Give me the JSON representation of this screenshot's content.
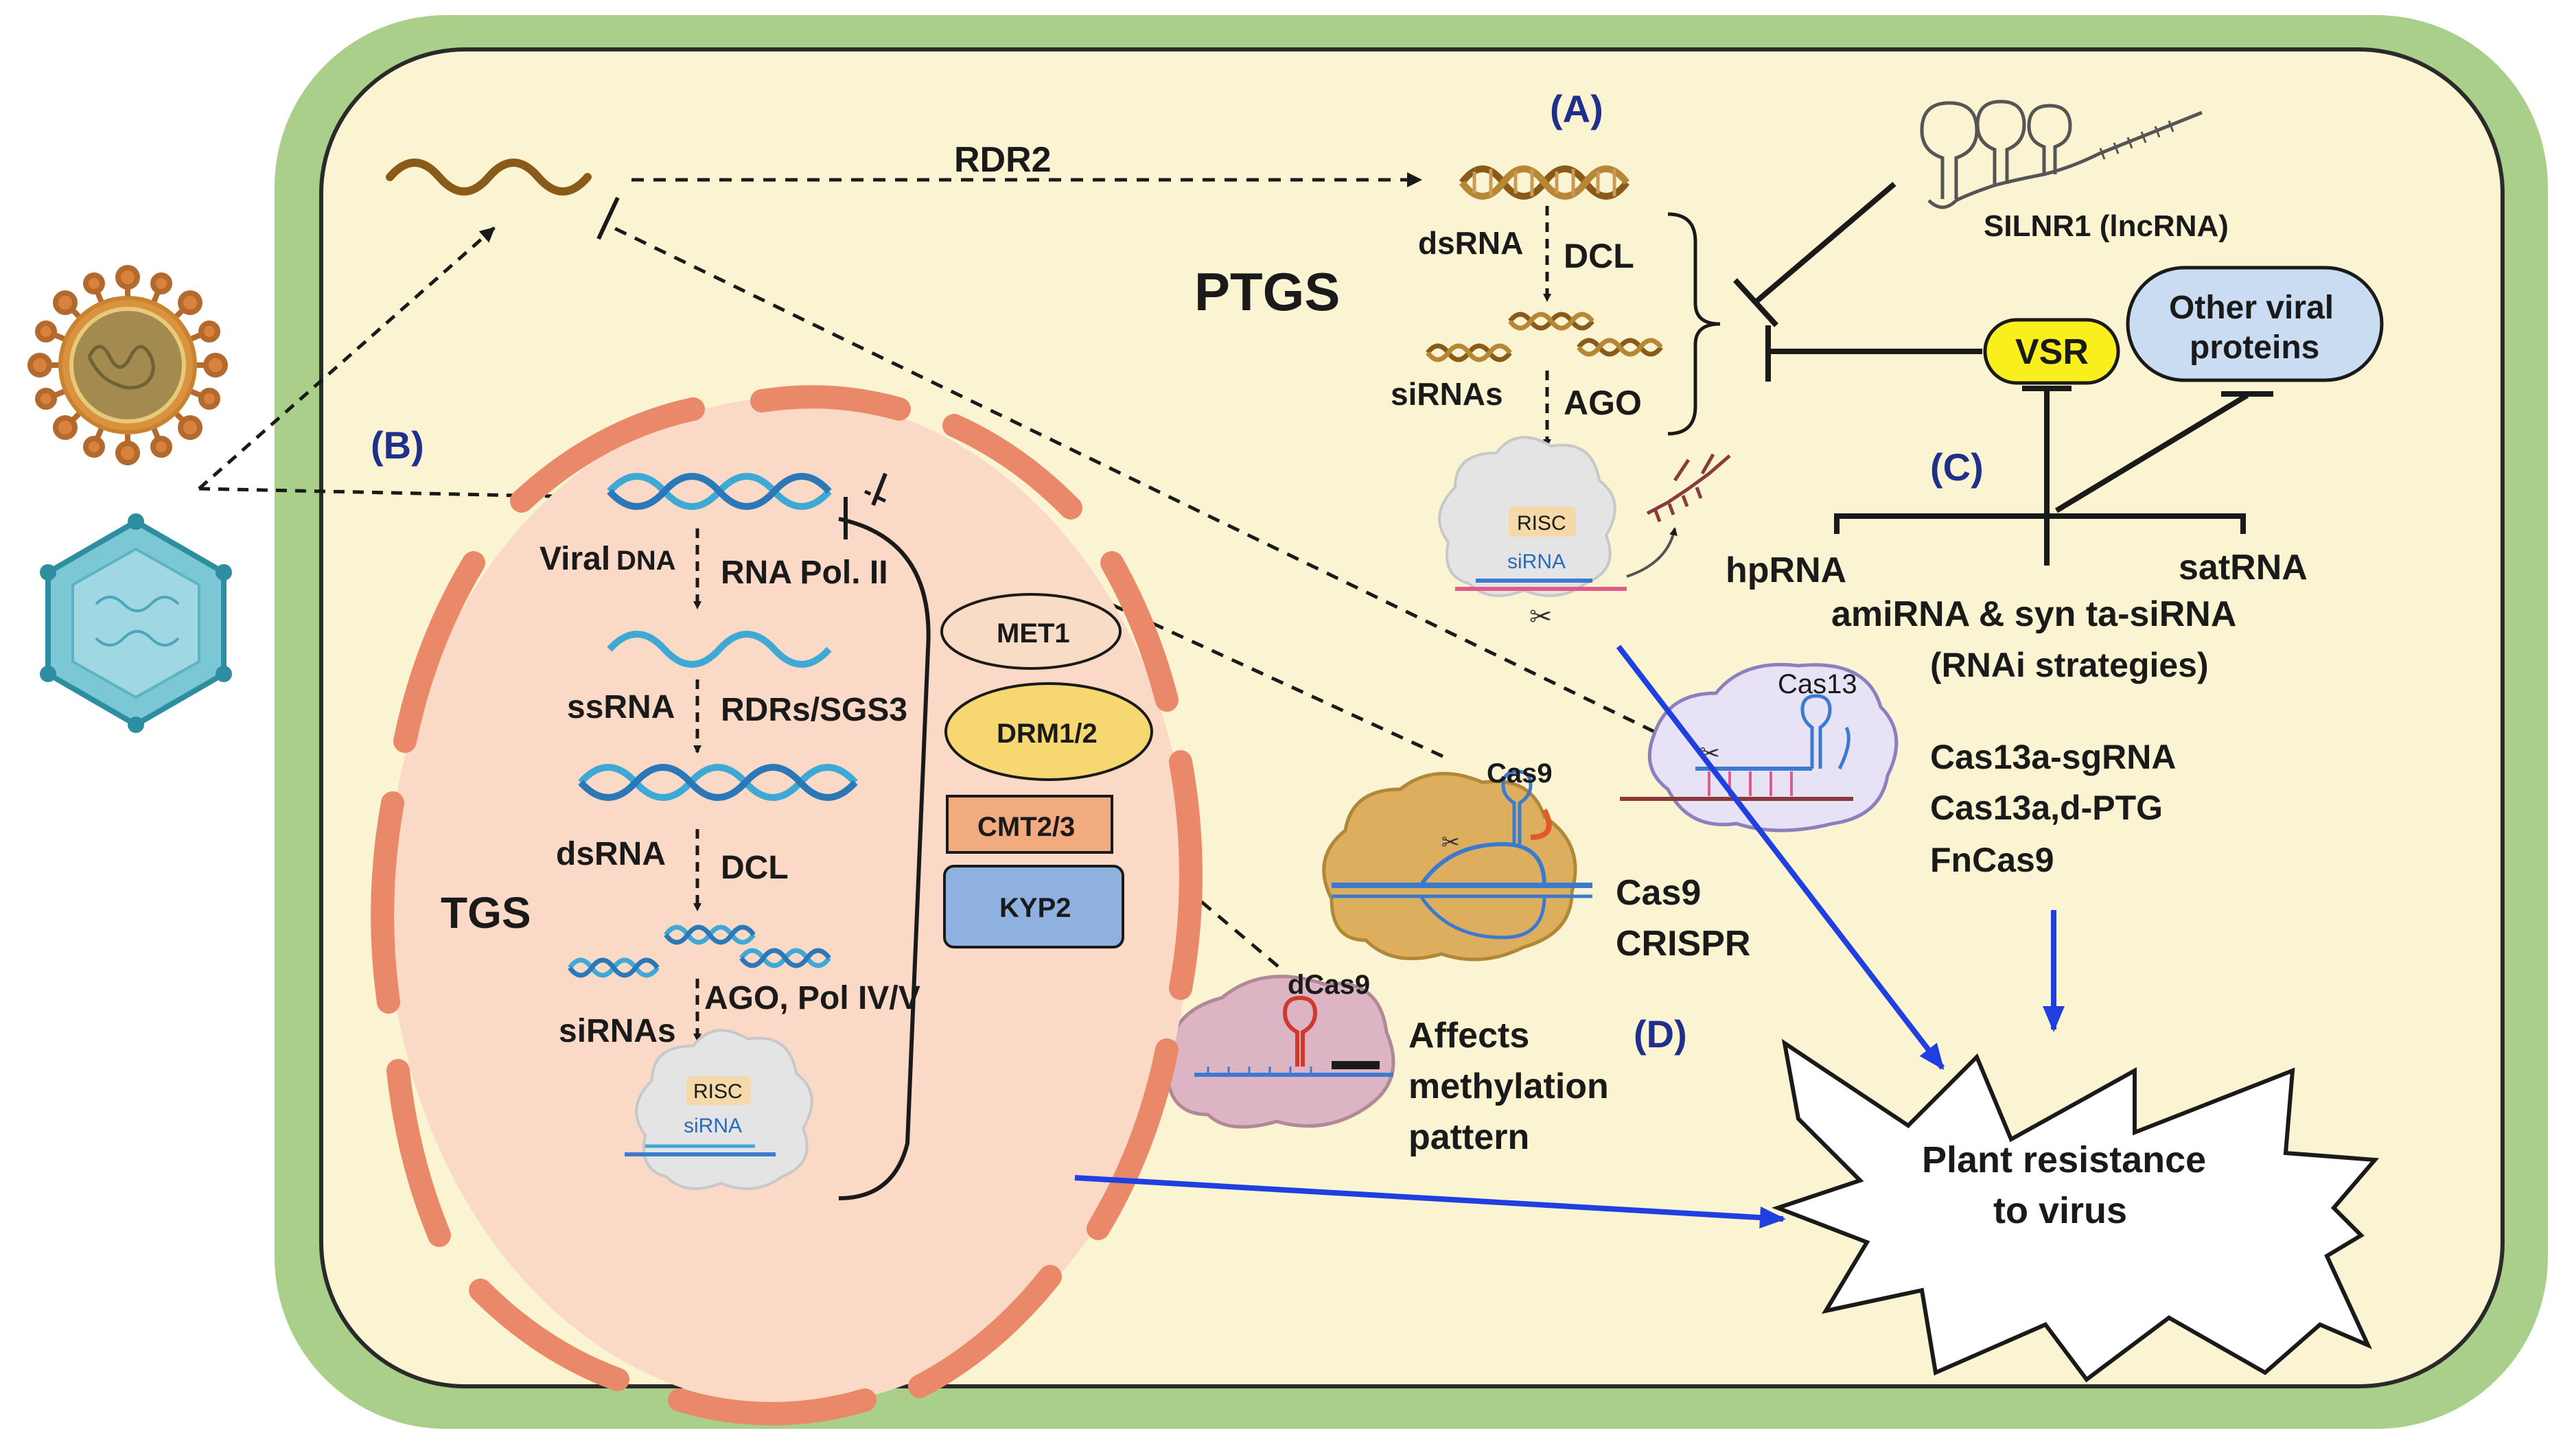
{
  "panels": {
    "a": "(A)",
    "b": "(B)",
    "c": "(C)",
    "d": "(D)"
  },
  "ptgs": {
    "title": "PTGS",
    "rdr2": "RDR2",
    "dsrna": "dsRNA",
    "dcl": "DCL",
    "sirnas": "siRNAs",
    "ago": "AGO",
    "risc": "RISC",
    "sirna": "siRNA"
  },
  "suppressors": {
    "silnr1": "SILNR1 (lncRNA)",
    "vsr": "VSR",
    "other_viral_line1": "Other viral",
    "other_viral_line2": "proteins"
  },
  "rnai": {
    "hprna": "hpRNA",
    "satrna": "satRNA",
    "amirna": "amiRNA & syn ta-siRNA",
    "strategies": "(RNAi strategies)"
  },
  "tgs": {
    "title": "TGS",
    "viral_prefix": "Viral",
    "viral_dna": "DNA",
    "rna_pol2": "RNA Pol. II",
    "ssrna": "ssRNA",
    "rdrs": "RDRs/SGS3",
    "dsrna": "dsRNA",
    "dcl": "DCL",
    "sirnas": "siRNAs",
    "ago_pol": "AGO, Pol IV/V",
    "risc": "RISC",
    "sirna": "siRNA"
  },
  "enzymes": {
    "met1": "MET1",
    "drm": "DRM1/2",
    "cmt": "CMT2/3",
    "kyp2": "KYP2",
    "question": "?"
  },
  "crispr": {
    "cas13": "Cas13",
    "cas13_line1": "Cas13a-sgRNA",
    "cas13_line2": "Cas13a,d-PTG",
    "cas13_line3": "FnCas9",
    "cas9": "Cas9",
    "cas9_line1": "Cas9",
    "cas9_line2": "CRISPR",
    "dcas9": "dCas9",
    "affects_line1": "Affects",
    "affects_line2": "methylation",
    "affects_line3": "pattern"
  },
  "outcome": {
    "line1": "Plant resistance",
    "line2": "to virus"
  },
  "colors": {
    "cell_wall": "#a9cf8a",
    "cytoplasm": "#fbf4d2",
    "nucleus": "#fbd9c7",
    "envelope": "#e9896a",
    "rna_brown": "#8a5a18",
    "dna_blue": "#3fa9d6",
    "arrow_blue": "#1f3fe0",
    "vsr_yellow": "#f8ef1c",
    "other_viral_blue": "#c9dcf2",
    "met1": "#f8dcc6",
    "drm": "#f7d770",
    "cmt": "#f2ab7f",
    "kyp2": "#8eb1e0",
    "cas9_gold": "#dcae5e",
    "cas13_lilac": "#e7e2f6",
    "dcas9_pink": "#dcb4c4",
    "risc_grey": "#e4e4e4"
  }
}
